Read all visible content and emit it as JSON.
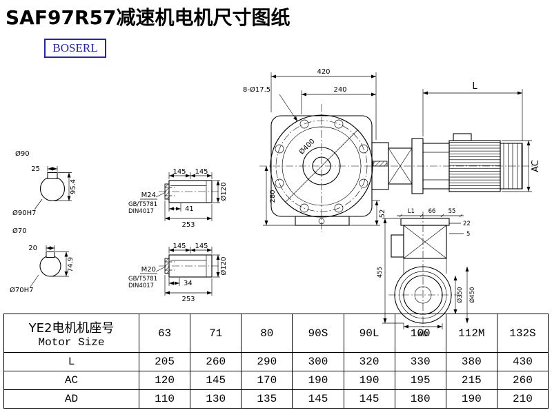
{
  "page": {
    "title": "SAF97R57减速机电机尺寸图纸",
    "logo": "BOSERL"
  },
  "drawings": {
    "sec_top": {
      "dia": "Ø90",
      "key_w": "25",
      "depth": "95.4",
      "bore": "Ø90H7"
    },
    "sec_bottom": {
      "dia": "Ø70",
      "key_w": "20",
      "depth": "74.9",
      "bore": "Ø70H7"
    },
    "shaft_top": {
      "len1": "145",
      "len2": "145",
      "dia": "Ø120",
      "thread": "M24",
      "std1": "GB/T5781",
      "std2": "DIN4017",
      "key_len": "41",
      "total_len": "253"
    },
    "shaft_bottom": {
      "len1": "145",
      "len2": "145",
      "dia": "Ø120",
      "thread": "M20",
      "std1": "GB/T5781",
      "std2": "DIN4017",
      "key_len": "34",
      "total_len": "253"
    },
    "main": {
      "width": "420",
      "inner_width": "240",
      "holes": "8-Ø17.5",
      "flange_dia": "Ø400",
      "height": "280",
      "foot": "52",
      "motor_len": "L",
      "motor_ac": "AC"
    },
    "side": {
      "l1": "L1",
      "d66": "66",
      "d55": "55",
      "d22": "22",
      "d5": "5",
      "d455": "455",
      "d350": "Ø350",
      "d450": "Ø450",
      "ad": "AD"
    }
  },
  "table": {
    "header_cn": "YE2电机机座号",
    "header_en": "Motor Size",
    "sizes": [
      "63",
      "71",
      "80",
      "90S",
      "90L",
      "100",
      "112M",
      "132S"
    ],
    "rows": [
      {
        "label": "L",
        "values": [
          "205",
          "260",
          "290",
          "300",
          "320",
          "330",
          "380",
          "430"
        ]
      },
      {
        "label": "AC",
        "values": [
          "120",
          "145",
          "170",
          "190",
          "190",
          "195",
          "215",
          "260"
        ]
      },
      {
        "label": "AD",
        "values": [
          "110",
          "130",
          "135",
          "145",
          "145",
          "180",
          "190",
          "210"
        ]
      }
    ]
  }
}
